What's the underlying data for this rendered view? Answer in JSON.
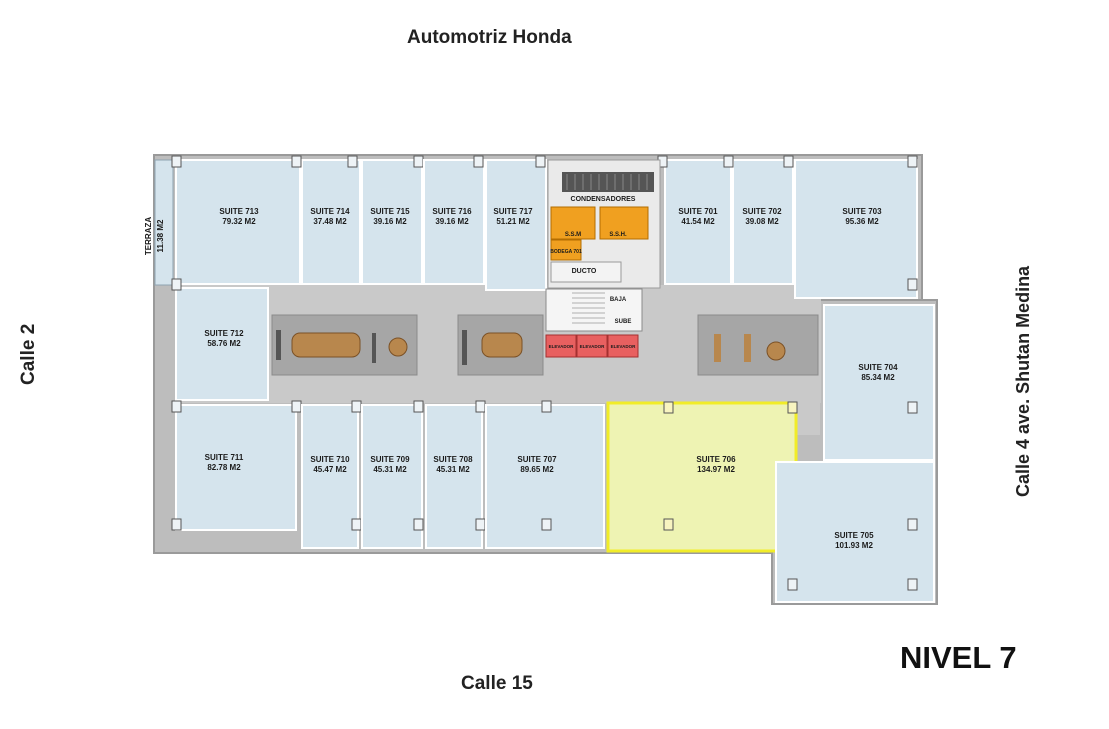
{
  "streets": {
    "north": "Automotriz Honda",
    "south": "Calle 15",
    "west": "Calle 2",
    "east": "Calle 4  ave. Shutan Medina"
  },
  "level": "NIVEL 7",
  "highlighted_suite": "SUITE 706",
  "colors": {
    "suite_fill": "#d5e4ed",
    "corridor": "#c9c9c9",
    "highlight_fill": "#eef3b3",
    "highlight_border": "#f1ec28",
    "elevator": "#e86060",
    "service": "#f0a020"
  },
  "terrace": {
    "name": "TERRAZA",
    "area": "11.38 M2"
  },
  "suites": [
    {
      "id": "713",
      "name": "SUITE 713",
      "area": "79.32 M2"
    },
    {
      "id": "714",
      "name": "SUITE 714",
      "area": "37.48 M2"
    },
    {
      "id": "715",
      "name": "SUITE 715",
      "area": "39.16 M2"
    },
    {
      "id": "716",
      "name": "SUITE 716",
      "area": "39.16 M2"
    },
    {
      "id": "717",
      "name": "SUITE 717",
      "area": "51.21 M2"
    },
    {
      "id": "701",
      "name": "SUITE 701",
      "area": "41.54 M2"
    },
    {
      "id": "702",
      "name": "SUITE 702",
      "area": "39.08 M2"
    },
    {
      "id": "703",
      "name": "SUITE 703",
      "area": "95.36 M2"
    },
    {
      "id": "712",
      "name": "SUITE 712",
      "area": "58.76 M2"
    },
    {
      "id": "704",
      "name": "SUITE 704",
      "area": "85.34 M2"
    },
    {
      "id": "711",
      "name": "SUITE 711",
      "area": "82.78 M2"
    },
    {
      "id": "710",
      "name": "SUITE 710",
      "area": "45.47 M2"
    },
    {
      "id": "709",
      "name": "SUITE 709",
      "area": "45.31 M2"
    },
    {
      "id": "708",
      "name": "SUITE 708",
      "area": "45.31 M2"
    },
    {
      "id": "707",
      "name": "SUITE 707",
      "area": "89.65 M2"
    },
    {
      "id": "706",
      "name": "SUITE 706",
      "area": "134.97 M2"
    },
    {
      "id": "705",
      "name": "SUITE 705",
      "area": "101.93 M2"
    }
  ],
  "core": {
    "condensadores": "CONDENSADORES",
    "ssm": "S.S.M",
    "ssh": "S.S.H.",
    "bodega": "BODEGA 701",
    "ducto": "DUCTO",
    "baja": "BAJA",
    "sube": "SUBE",
    "elevators": [
      "ELEVADOR",
      "ELEVADOR",
      "ELEVADOR"
    ]
  }
}
